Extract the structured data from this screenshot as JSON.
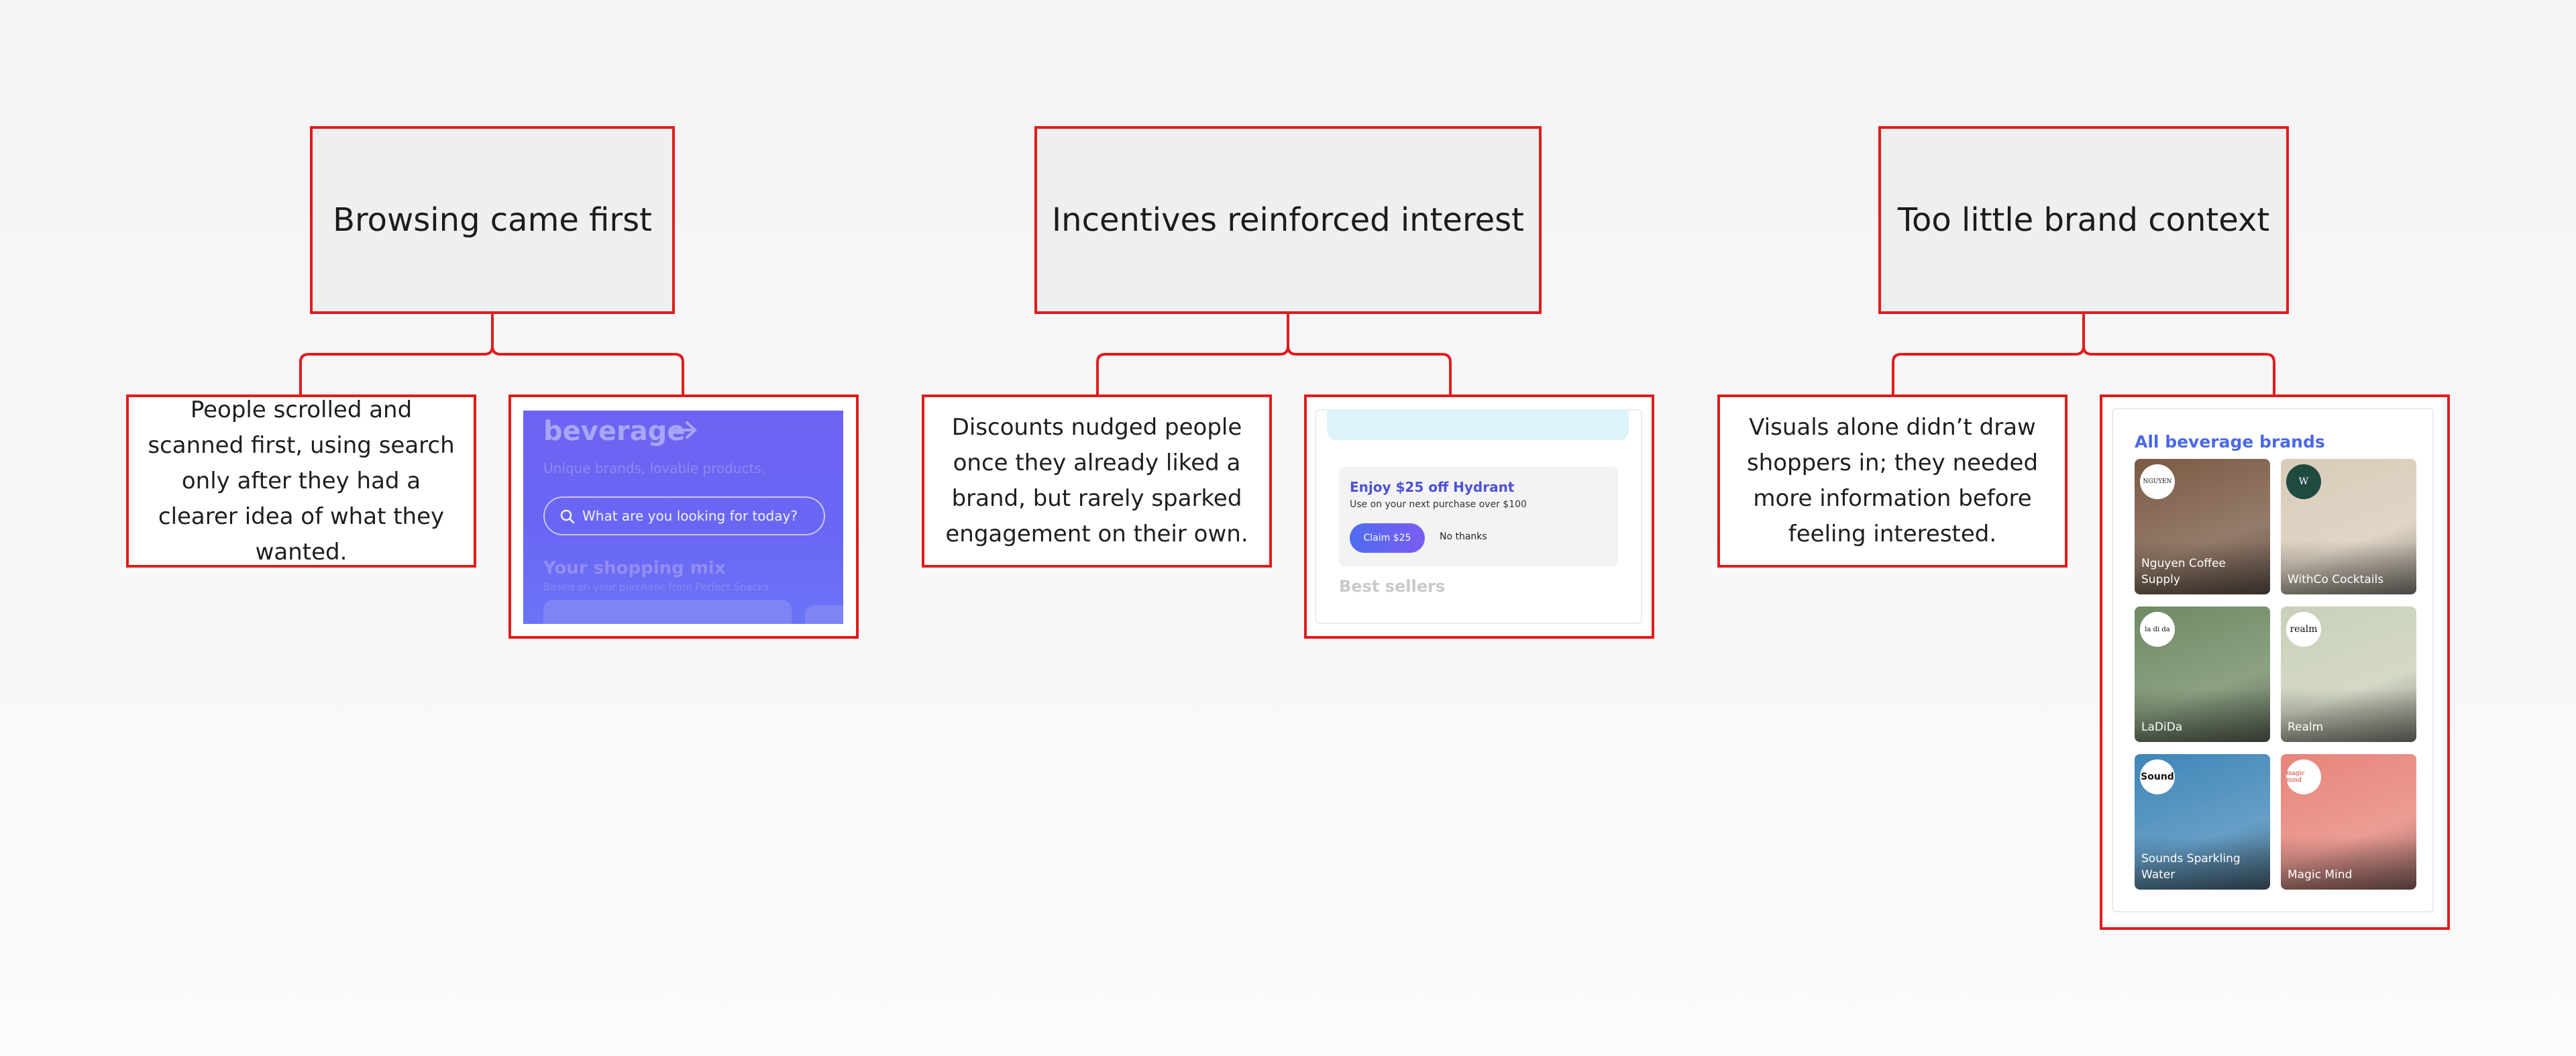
{
  "columns": [
    {
      "heading": "Browsing came first",
      "note": "People scrolled and scanned first, using search only after they had a clearer idea of what they wanted."
    },
    {
      "heading": "Incentives reinforced interest",
      "note": "Discounts nudged people once they already liked a brand, but rarely sparked engagement on their own."
    },
    {
      "heading": "Too little brand context",
      "note": "Visuals alone didn’t draw shoppers in; they needed more information before feeling interested."
    }
  ],
  "phone_screen": {
    "headline": "beverage",
    "tagline": "Unique brands, lovable products.",
    "search_placeholder": "What are you looking for today?",
    "section_title": "Your shopping mix",
    "section_subtitle": "Based on your purchase from Perfect Snacks"
  },
  "offer_screen": {
    "offer_title": "Enjoy $25 off Hydrant",
    "offer_subtitle": "Use on your next purchase over $100",
    "claim_label": "Claim $25",
    "dismiss_label": "No thanks",
    "section_title": "Best sellers"
  },
  "brands_screen": {
    "title": "All beverage brands",
    "brands": [
      {
        "name": "Nguyen Coffee Supply",
        "logo": "NGUYEN",
        "bg": "#7a5a44"
      },
      {
        "name": "WithCo Cocktails",
        "logo": "W",
        "bg": "#d8cbb8"
      },
      {
        "name": "LaDiDa",
        "logo": "la di da",
        "bg": "#6f8a63"
      },
      {
        "name": "Realm",
        "logo": "realm",
        "bg": "#c9d0b8"
      },
      {
        "name": "Sounds Sparkling Water",
        "logo": "Sound",
        "bg": "#3f86b8"
      },
      {
        "name": "Magic Mind",
        "logo": "magic mind",
        "bg": "#e7847a"
      }
    ]
  },
  "colors": {
    "outline": "#e21b1b",
    "header_fill": "#efefef",
    "brand_title": "#4a68e8",
    "phone_bg": "#6d63f2"
  }
}
